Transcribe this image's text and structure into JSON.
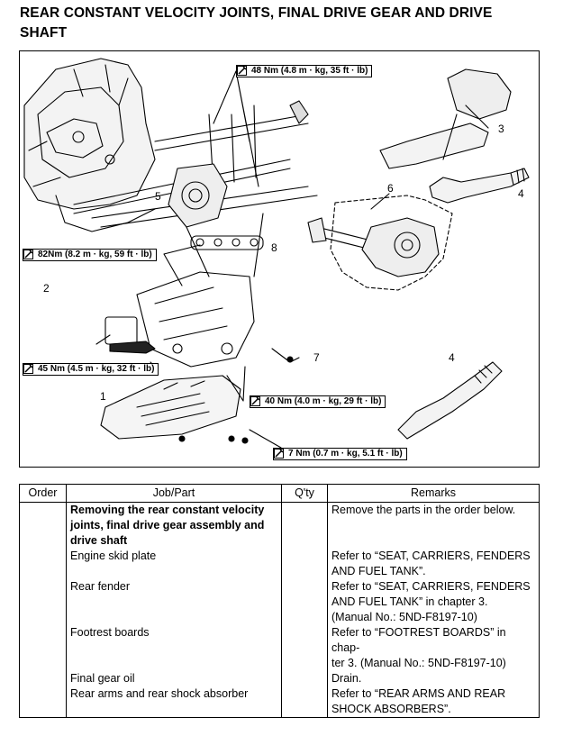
{
  "title_line1": "REAR CONSTANT VELOCITY JOINTS, FINAL DRIVE GEAR AND DRIVE",
  "title_line2": "SHAFT",
  "torques": {
    "t48": "48 Nm (4.8 m · kg, 35 ft · lb)",
    "t82": "82Nm (8.2 m · kg, 59 ft · lb)",
    "t45": "45 Nm (4.5 m · kg, 32 ft · lb)",
    "t40": "40 Nm (4.0 m · kg, 29 ft · lb)",
    "t7": "7 Nm (0.7 m · kg, 5.1 ft · lb)"
  },
  "callouts": {
    "c1": "1",
    "c2": "2",
    "c3": "3",
    "c4a": "4",
    "c4b": "4",
    "c5": "5",
    "c6": "6",
    "c7": "7",
    "c8": "8"
  },
  "table": {
    "headers": [
      "Order",
      "Job/Part",
      "Q'ty",
      "Remarks"
    ],
    "rows": [
      {
        "order": "",
        "job": [
          "Removing the rear constant velocity",
          "joints, final drive gear assembly and",
          "drive shaft"
        ],
        "job_bold": true,
        "qty": "",
        "remarks": [
          "Remove the parts in the order below."
        ]
      },
      {
        "order": "",
        "job": [
          "Engine skid plate"
        ],
        "job_bold": false,
        "qty": "",
        "remarks": [
          "Refer to “SEAT, CARRIERS, FENDERS",
          "AND FUEL TANK”."
        ]
      },
      {
        "order": "",
        "job": [
          "Rear fender"
        ],
        "job_bold": false,
        "qty": "",
        "remarks": [
          "Refer to “SEAT, CARRIERS, FENDERS",
          "AND FUEL TANK” in chapter 3.",
          "(Manual No.: 5ND-F8197-10)"
        ]
      },
      {
        "order": "",
        "job": [
          "Footrest boards"
        ],
        "job_bold": false,
        "qty": "",
        "remarks": [
          "Refer to “FOOTREST BOARDS” in chap-",
          "ter 3. (Manual No.: 5ND-F8197-10)"
        ]
      },
      {
        "order": "",
        "job": [
          "Final gear oil"
        ],
        "job_bold": false,
        "qty": "",
        "remarks": [
          "Drain."
        ]
      },
      {
        "order": "",
        "job": [
          "Rear arms and rear shock absorber"
        ],
        "job_bold": false,
        "qty": "",
        "remarks": [
          "Refer to “REAR ARMS AND REAR",
          "SHOCK ABSORBERS”."
        ]
      }
    ]
  }
}
